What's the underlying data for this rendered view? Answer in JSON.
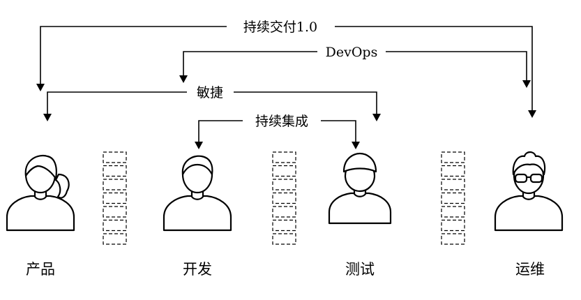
{
  "roles": {
    "product": "产品",
    "dev": "开发",
    "test": "测试",
    "ops": "运维"
  },
  "spans": {
    "cd": "持续交付1.0",
    "devops": "DevOps",
    "agile": "敏捷",
    "ci": "持续集成"
  },
  "colors": {
    "stroke": "#000000",
    "background": "#ffffff"
  },
  "icons": [
    "person-icon",
    "person-ponytail-icon",
    "person-cap-icon",
    "person-glasses-icon",
    "dashed-blocks-icon"
  ]
}
